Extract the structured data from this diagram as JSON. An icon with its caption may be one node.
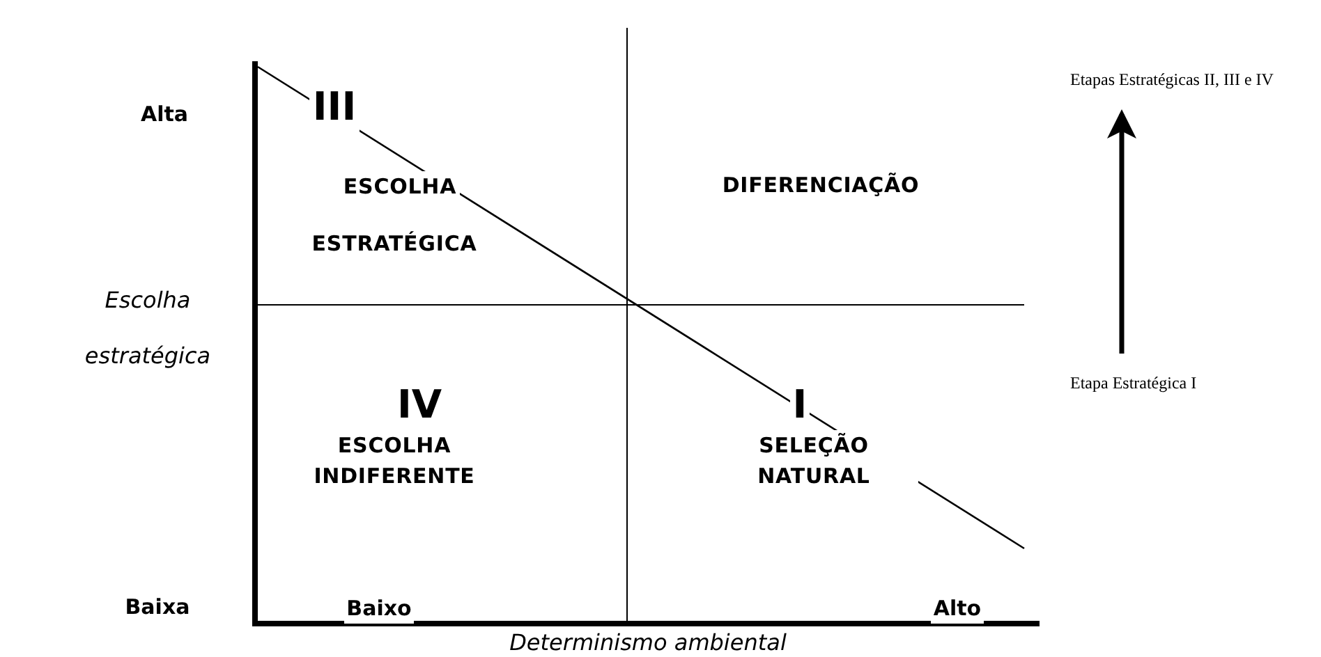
{
  "diagram": {
    "nodes": [
      {
        "text": [
          "Etapas Estratégicas II, III e IV"
        ]
      },
      {
        "text": [
          "Etapa Estratégica I"
        ]
      }
    ],
    "edges": [
      {
        "from": 1,
        "to": 0,
        "arrow": "to"
      }
    ],
    "labels": [
      "Alta",
      "III",
      "ESCOLHA",
      "DIFERENCIAÇÃO",
      "ESTRATÉGICA",
      "Escolha estratégica",
      "IV",
      "I",
      "ESCOLHA INDIFERENTE",
      "SELEÇÃO NATURAL",
      "Baixa",
      "Baixo",
      "Alto",
      "Determinismo ambiental"
    ]
  }
}
